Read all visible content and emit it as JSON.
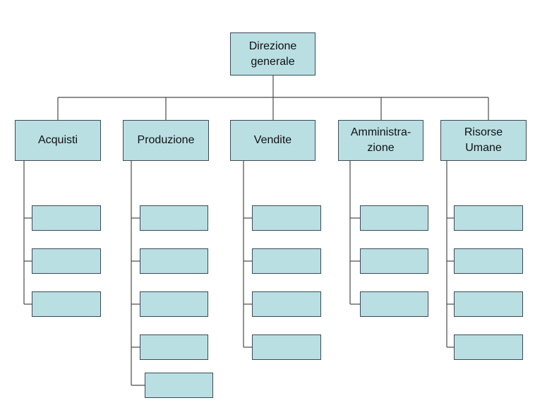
{
  "colors": {
    "box_fill": "#b9dfe3",
    "box_border": "#3b4a55",
    "connector": "#4a4a4a",
    "background": "#ffffff"
  },
  "root": {
    "label": "Direzione\ngenerale"
  },
  "departments": [
    {
      "label": "Acquisti",
      "sub_count": 3
    },
    {
      "label": "Produzione",
      "sub_count": 5
    },
    {
      "label": "Vendite",
      "sub_count": 4
    },
    {
      "label": "Amministra-\nzione",
      "sub_count": 3
    },
    {
      "label": "Risorse\nUmane",
      "sub_count": 4
    }
  ]
}
